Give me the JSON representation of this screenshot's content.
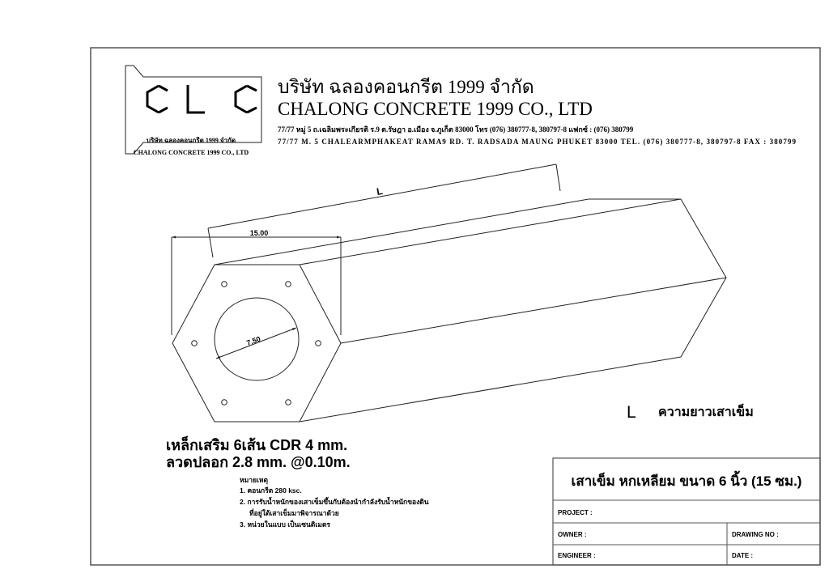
{
  "logo": {
    "letters": "CLC",
    "caption_th": "บริษัท ฉลองคอนกรีต 1999 จำกัด",
    "caption_en": "CHALONG CONCRETE 1999 CO., LTD"
  },
  "header": {
    "company_th": "บริษัท ฉลองคอนกรีต 1999 จำกัด",
    "company_en": "CHALONG CONCRETE  1999 CO., LTD",
    "address_th": "77/77 หมู่ 5  ถ.เฉลิมพระเกียรติ ร.9 ต.รัษฎา อ.เมือง จ.ภูเก็ต 83000 โทร (076)  380777-8, 380797-8 แฟกซ์ : (076) 380799",
    "address_en": "77/77 M. 5 CHALEARMPHAKEAT RAMA9 RD.  T. RADSADA MAUNG PHUKET 83000 TEL. (076) 380777-8, 380797-8 FAX : 380799"
  },
  "drawing": {
    "dim_length": "L",
    "dim_width": "15.00",
    "dim_diameter": "7.50",
    "rebar_line1": "เหล็กเสริม 6เส้น CDR 4 mm.",
    "rebar_line2": "ลวดปลอก 2.8 mm. @0.10m.",
    "legend_symbol": "L",
    "legend_text": "ความยาวเสาเข็ม"
  },
  "notes": {
    "heading": "หมายเหตุ",
    "items": [
      "1. คอนกรีต 280 ksc.",
      "2. การรับน้ำหนักของเสาเข็มขึ้นกับต้องนำกำลังรับน้ำหนักของดิน",
      "    ที่อยู่ใต้เสาเข็มมาพิจารณาด้วย",
      "3. หน่วยในแบบ เป็นเซนติเมตร"
    ]
  },
  "title_block": {
    "title": "เสาเข็ม หกเหลียม ขนาด 6 นิ้ว (15 ซม.)",
    "project_label": "PROJECT  :",
    "owner_label": "OWNER  :",
    "drawing_no_label": "DRAWING NO  :",
    "engineer_label": "ENGINEER  :",
    "date_label": "DATE  :"
  }
}
